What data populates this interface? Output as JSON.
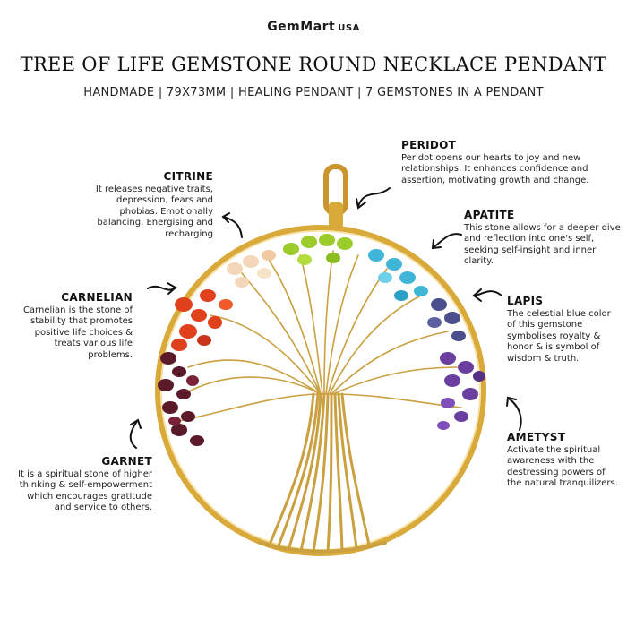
{
  "brand": {
    "name": "GemMart",
    "suffix": "USA"
  },
  "title": "TREE OF LIFE GEMSTONE ROUND NECKLACE PENDANT",
  "subtitle": "HANDMADE | 79X73MM | HEALING PENDANT | 7 GEMSTONES IN A PENDANT",
  "stones": {
    "peridot": {
      "name": "PERIDOT",
      "desc": "Peridot opens our hearts to joy and new relationships. It enhances confidence and assertion, motivating growth and change."
    },
    "citrine": {
      "name": "CITRINE",
      "desc": "It releases negative traits, depression, fears and phobias. Emotionally balancing. Energising and recharging"
    },
    "apatite": {
      "name": "APATITE",
      "desc": "This stone allows for a deeper dive and reflection into one's self, seeking self-insight and inner clarity."
    },
    "carnelian": {
      "name": "CARNELIAN",
      "desc": "Carnelian is the stone of stability that promotes positive life choices & treats various life problems."
    },
    "lapis": {
      "name": "LAPIS",
      "desc": "The celestial blue color of this gemstone symbolises royalty & honor & is symbol of wisdom & truth."
    },
    "garnet": {
      "name": "GARNET",
      "desc": "It is a spiritual stone of higher thinking & self-empowerment which encourages gratitude and service to others."
    },
    "ametyst": {
      "name": "AMETYST",
      "desc": "Activate the spiritual awareness with the destressing powers of the natural tranquilizers."
    }
  },
  "colors": {
    "gold": "#d9a93a",
    "garnet": "#5a1a2a",
    "carnelian": "#e0401c",
    "citrine": "#f3d7b8",
    "peridot": "#9ccc2c",
    "apatite": "#3fb6d8",
    "lapis": "#4b4f8c",
    "amethyst": "#6b3fa0"
  }
}
